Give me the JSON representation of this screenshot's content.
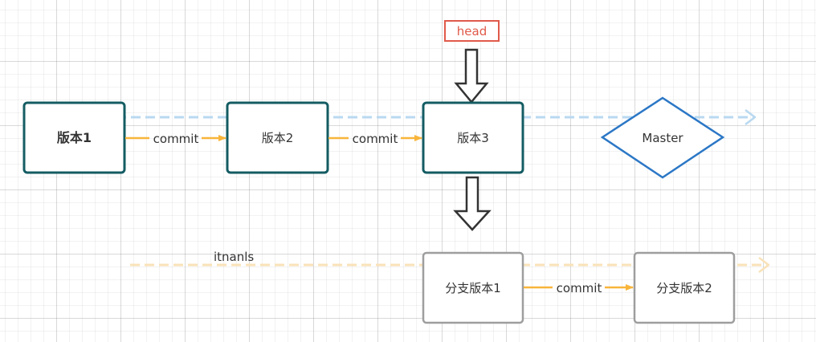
{
  "nodes": {
    "v1": {
      "label": "版本1"
    },
    "v2": {
      "label": "版本2"
    },
    "v3": {
      "label": "版本3"
    },
    "master": {
      "label": "Master"
    },
    "b1": {
      "label": "分支版本1"
    },
    "b2": {
      "label": "分支版本2"
    }
  },
  "head": {
    "label": "head"
  },
  "edges": {
    "e1": "commit",
    "e2": "commit",
    "e3": "commit"
  },
  "branch_line": {
    "label": "itnanls"
  },
  "colors": {
    "main_border": "#145c63",
    "branch_border": "#9e9e9e",
    "master_border": "#2b77c6",
    "head_border": "#e05a4a",
    "commit_arrow": "#f8b53a",
    "master_line": "#b9d9f0",
    "branch_line": "#f9e2b8"
  }
}
